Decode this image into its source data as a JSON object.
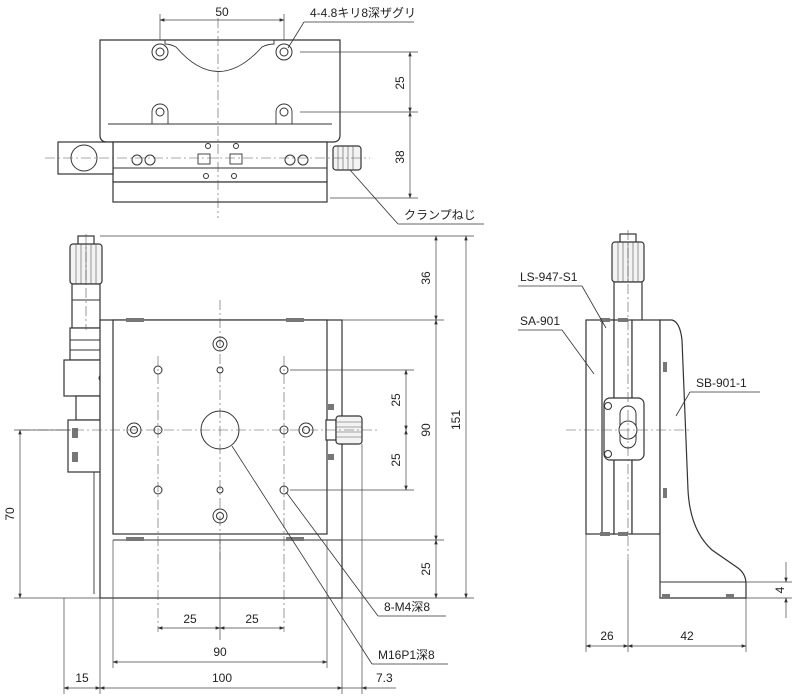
{
  "callouts": {
    "counterbore": "4-4.8キリ8深ザグリ",
    "clamp_screw": "クランプねじ",
    "ls947": "LS-947-S1",
    "sa901": "SA-901",
    "sb9011": "SB-901-1",
    "m4_holes": "8-M4深8",
    "m16_hole": "M16P1深8"
  },
  "dimensions": {
    "top_width": "50",
    "top_h25": "25",
    "top_h38": "38",
    "main_36": "36",
    "main_25_upper": "25",
    "main_25_lower": "25",
    "main_90_vertical": "90",
    "main_151": "151",
    "main_25_bottom": "25",
    "main_70": "70",
    "main_25_left": "25",
    "main_25_right": "25",
    "main_90_horizontal": "90",
    "main_100": "100",
    "main_15": "15",
    "main_7_3": "7.3",
    "side_26": "26",
    "side_42": "42",
    "side_4": "4"
  }
}
